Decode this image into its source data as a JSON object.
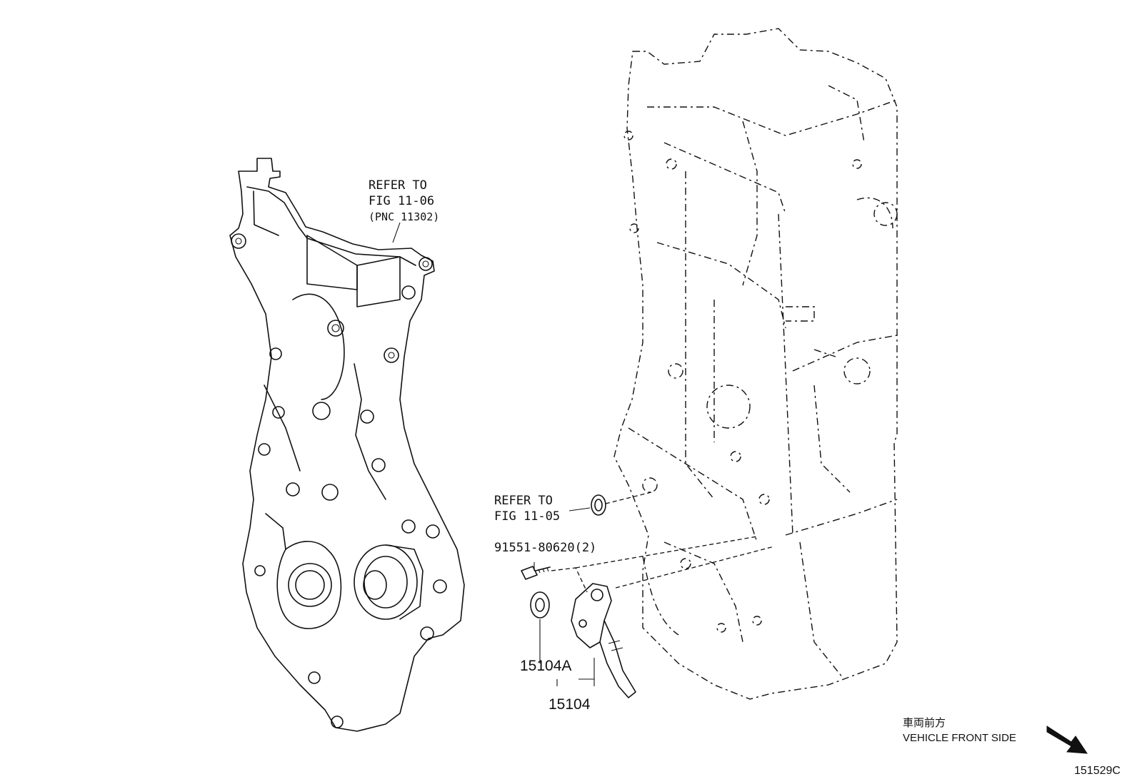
{
  "labels": {
    "refer_fig_11_06_line1": "REFER TO",
    "refer_fig_11_06_line2": "FIG 11-06",
    "refer_fig_11_06_line3": "(PNC 11302)",
    "refer_fig_11_05_line1": "REFER TO",
    "refer_fig_11_05_line2": "FIG 11-05",
    "bolt_part": "91551-80620(2)",
    "seal_part": "15104A",
    "sensor_part": "15104",
    "vehicle_front_jp": "車両前方",
    "vehicle_front_en": "VEHICLE FRONT SIDE",
    "figure_id": "151529C"
  }
}
